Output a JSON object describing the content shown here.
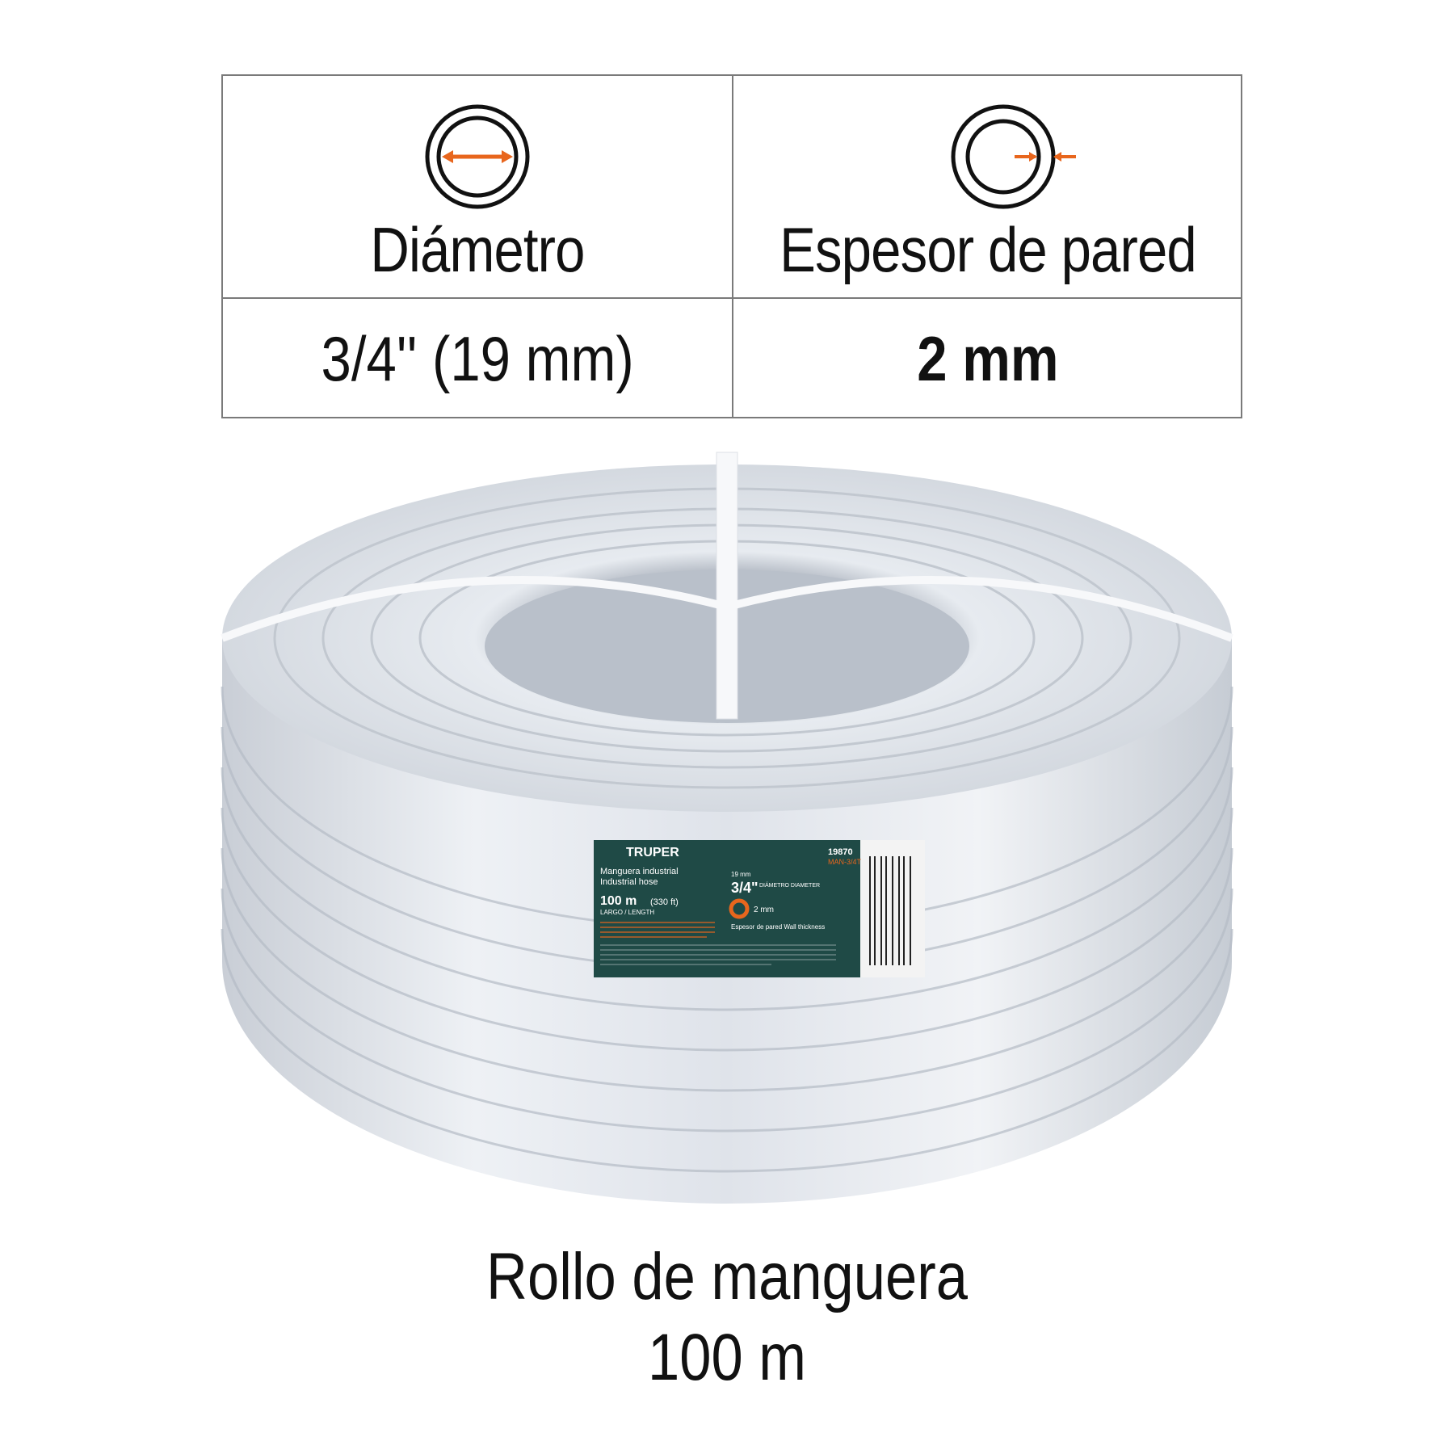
{
  "specs": {
    "diameter": {
      "label": "Diámetro",
      "value": "3/4'' (19 mm)",
      "icon": "diameter-icon"
    },
    "wall": {
      "label": "Espesor de pared",
      "value": "2 mm",
      "icon": "wall-thickness-icon"
    }
  },
  "accent_color": "#e8661d",
  "label": {
    "brand": "TRUPER",
    "code": "19870",
    "model": "MAN-3/4T",
    "name_es": "Manguera industrial",
    "name_en": "Industrial hose",
    "length": "100 m",
    "length_ft": "(330 ft)",
    "length_caption": "LARGO / LENGTH",
    "size_mm": "19 mm",
    "size_in": "3/4\"",
    "size_caption": "DIÁMETRO DIAMETER",
    "wall": "2 mm",
    "wall_caption": "Espesor de pared Wall thickness",
    "label_bg": "#1f4a46"
  },
  "caption": {
    "line1": "Rollo de manguera",
    "line2": "100 m"
  }
}
